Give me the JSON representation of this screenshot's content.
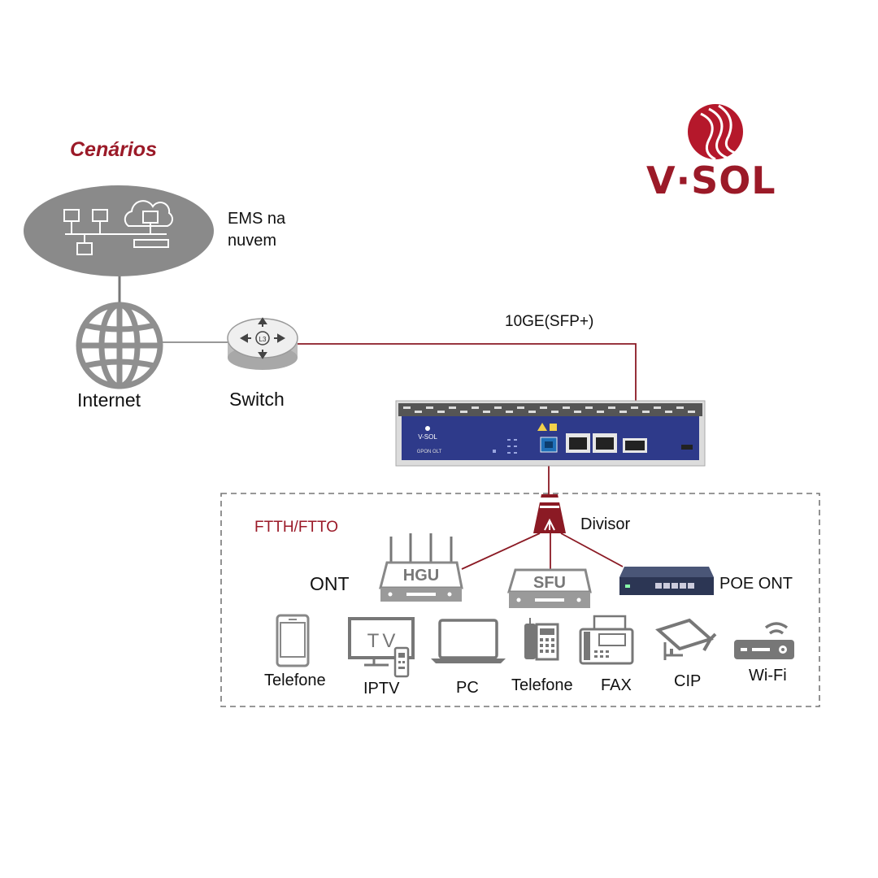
{
  "header": {
    "title": "Cenários"
  },
  "brand": {
    "name": "V·SOL",
    "color": "#9b1a28"
  },
  "cloud": {
    "label_line1": "EMS na",
    "label_line2": "nuvem",
    "icon": "cloud-network-icon"
  },
  "nodes": {
    "internet": {
      "label": "Internet",
      "icon": "globe-icon"
    },
    "switch": {
      "label": "Switch",
      "icon": "l3-switch-icon",
      "badge": "L3"
    },
    "uplink": {
      "label": "10GE(SFP+)"
    },
    "olt": {
      "brand": "V-SOL",
      "model": "GPON OLT"
    }
  },
  "ftth": {
    "label": "FTTH/FTTO",
    "splitter": {
      "label": "Divisor"
    },
    "ont": {
      "label": "ONT"
    },
    "hgu": {
      "label": "HGU"
    },
    "sfu": {
      "label": "SFU"
    },
    "poe": {
      "label": "POE ONT"
    }
  },
  "terminals": [
    {
      "label": "Telefone",
      "icon": "smartphone-icon"
    },
    {
      "label": "IPTV",
      "icon": "tv-icon",
      "screen": "TV"
    },
    {
      "label": "PC",
      "icon": "laptop-icon"
    },
    {
      "label": "Telefone",
      "icon": "desk-phone-icon"
    },
    {
      "label": "FAX",
      "icon": "fax-icon"
    },
    {
      "label": "CIP",
      "icon": "ip-camera-icon"
    },
    {
      "label": "Wi-Fi",
      "icon": "wifi-router-icon"
    }
  ],
  "colors": {
    "accent": "#9b1a28",
    "line_red": "#8b1a24",
    "line_gray": "#777777",
    "olt_blue": "#2e3a8a",
    "device_gray": "#9a9a9a"
  }
}
